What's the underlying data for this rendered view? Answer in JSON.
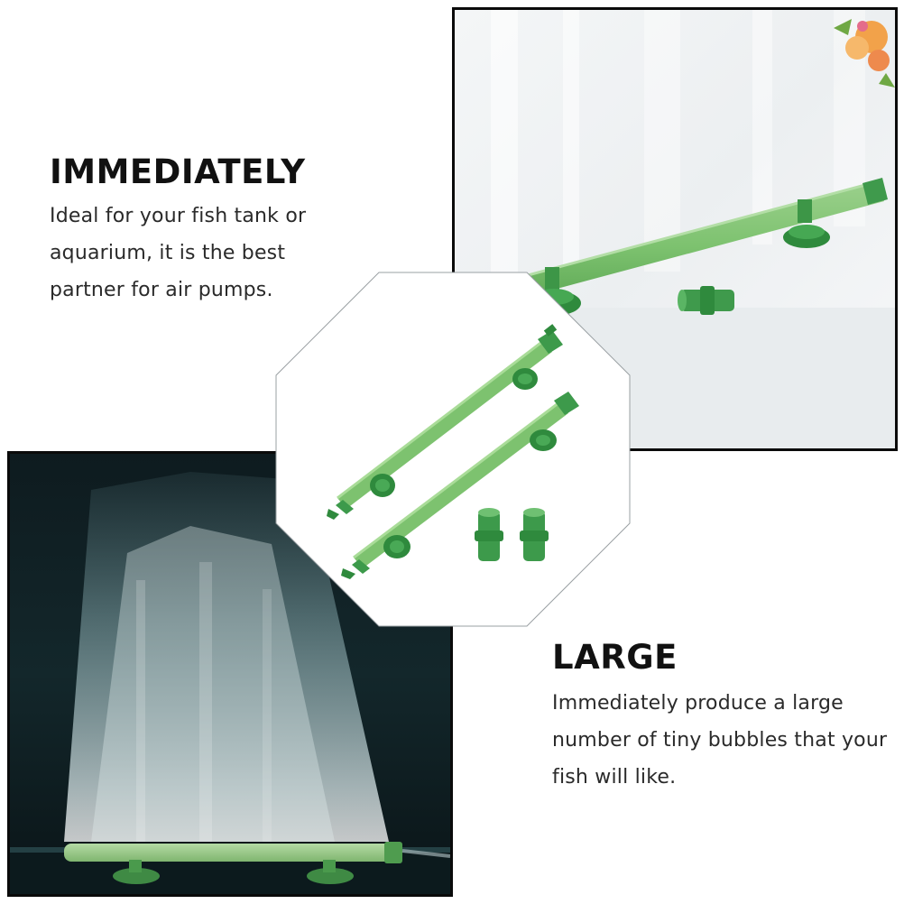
{
  "features": {
    "immediately": {
      "title": "IMMEDIATELY",
      "lines": [
        "Ideal for your fish tank or",
        "aquarium, it is the best",
        "partner for air pumps."
      ]
    },
    "large": {
      "title": "LARGE",
      "lines": [
        "Immediately produce a large",
        "number of tiny bubbles that your",
        "fish will like."
      ]
    }
  },
  "colors": {
    "tube_green": "#7dc26f",
    "dark_green": "#2f8a3d",
    "frame_black": "#0a0a0a"
  }
}
